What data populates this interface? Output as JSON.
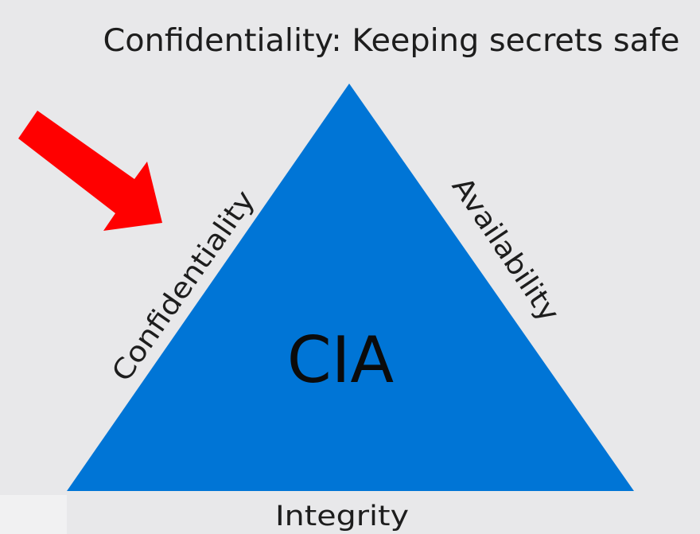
{
  "title": "Confidentiality: Keeping secrets safe",
  "triangle": {
    "center_label": "CIA",
    "left_side_label": "Confidentiality",
    "right_side_label": "Availability",
    "bottom_label": "Integrity",
    "fill_color": "#0075d6"
  },
  "pointer": {
    "icon": "red-arrow-icon",
    "color": "#ff0000"
  }
}
